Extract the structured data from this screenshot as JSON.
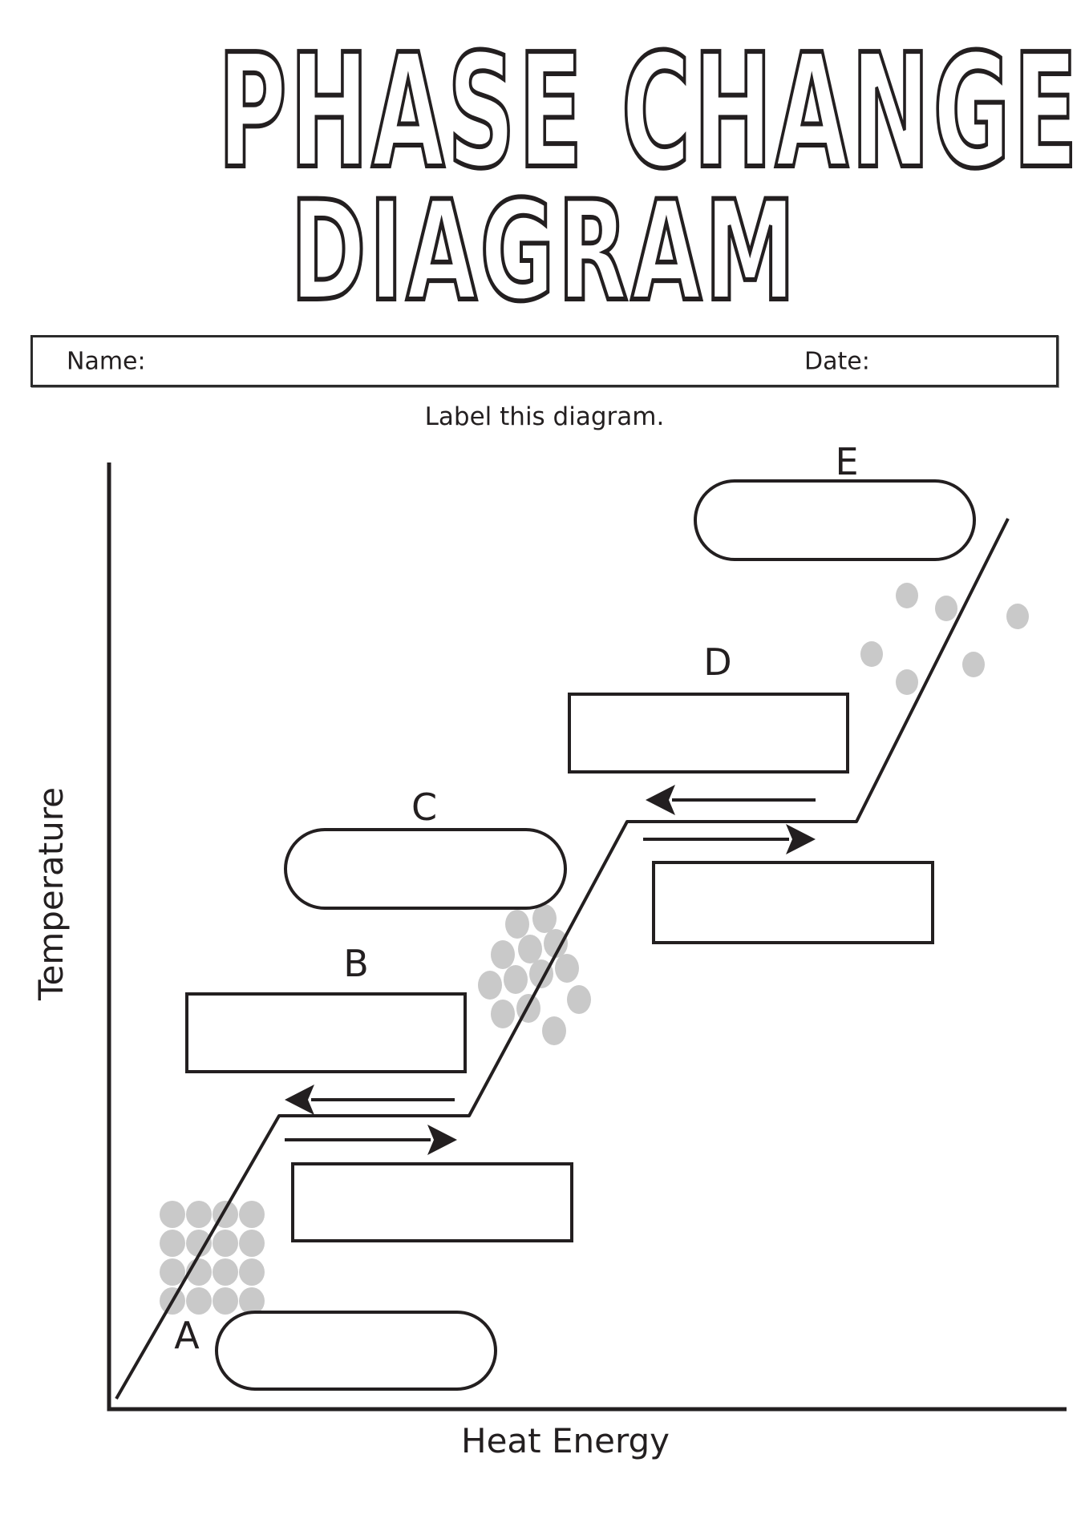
{
  "title": {
    "line1": "PHASE CHANGE",
    "line2": "DIAGRAM"
  },
  "form": {
    "name_label": "Name:",
    "name_value": "",
    "date_label": "Date:",
    "date_value": ""
  },
  "instruction": "Label this diagram.",
  "diagram": {
    "y_axis_label": "Temperature",
    "x_axis_label": "Heat Energy",
    "markers": {
      "a": "A",
      "b": "B",
      "c": "C",
      "d": "D",
      "e": "E"
    },
    "answer_boxes": [
      {
        "marker": "A",
        "shape": "pill",
        "value": ""
      },
      {
        "marker": "B",
        "shape": "rectangle",
        "value": ""
      },
      {
        "marker": "C",
        "shape": "pill",
        "value": ""
      },
      {
        "marker": "D",
        "shape": "rectangle",
        "value": ""
      },
      {
        "marker": "E",
        "shape": "pill",
        "value": ""
      },
      {
        "marker": "",
        "shape": "rectangle",
        "value": ""
      },
      {
        "marker": "",
        "shape": "rectangle",
        "value": ""
      }
    ],
    "icons": {
      "solid_particles": "particle-grid-icon",
      "liquid_particles": "particle-cluster-icon",
      "gas_particles": "particle-scatter-icon",
      "upper_reverse": "left-arrow-icon",
      "upper_forward": "right-arrow-icon",
      "lower_reverse": "left-arrow-icon",
      "lower_forward": "right-arrow-icon"
    },
    "colors": {
      "ink": "#231f20",
      "particle_gray": "#c9c9c9",
      "background": "#ffffff"
    }
  }
}
